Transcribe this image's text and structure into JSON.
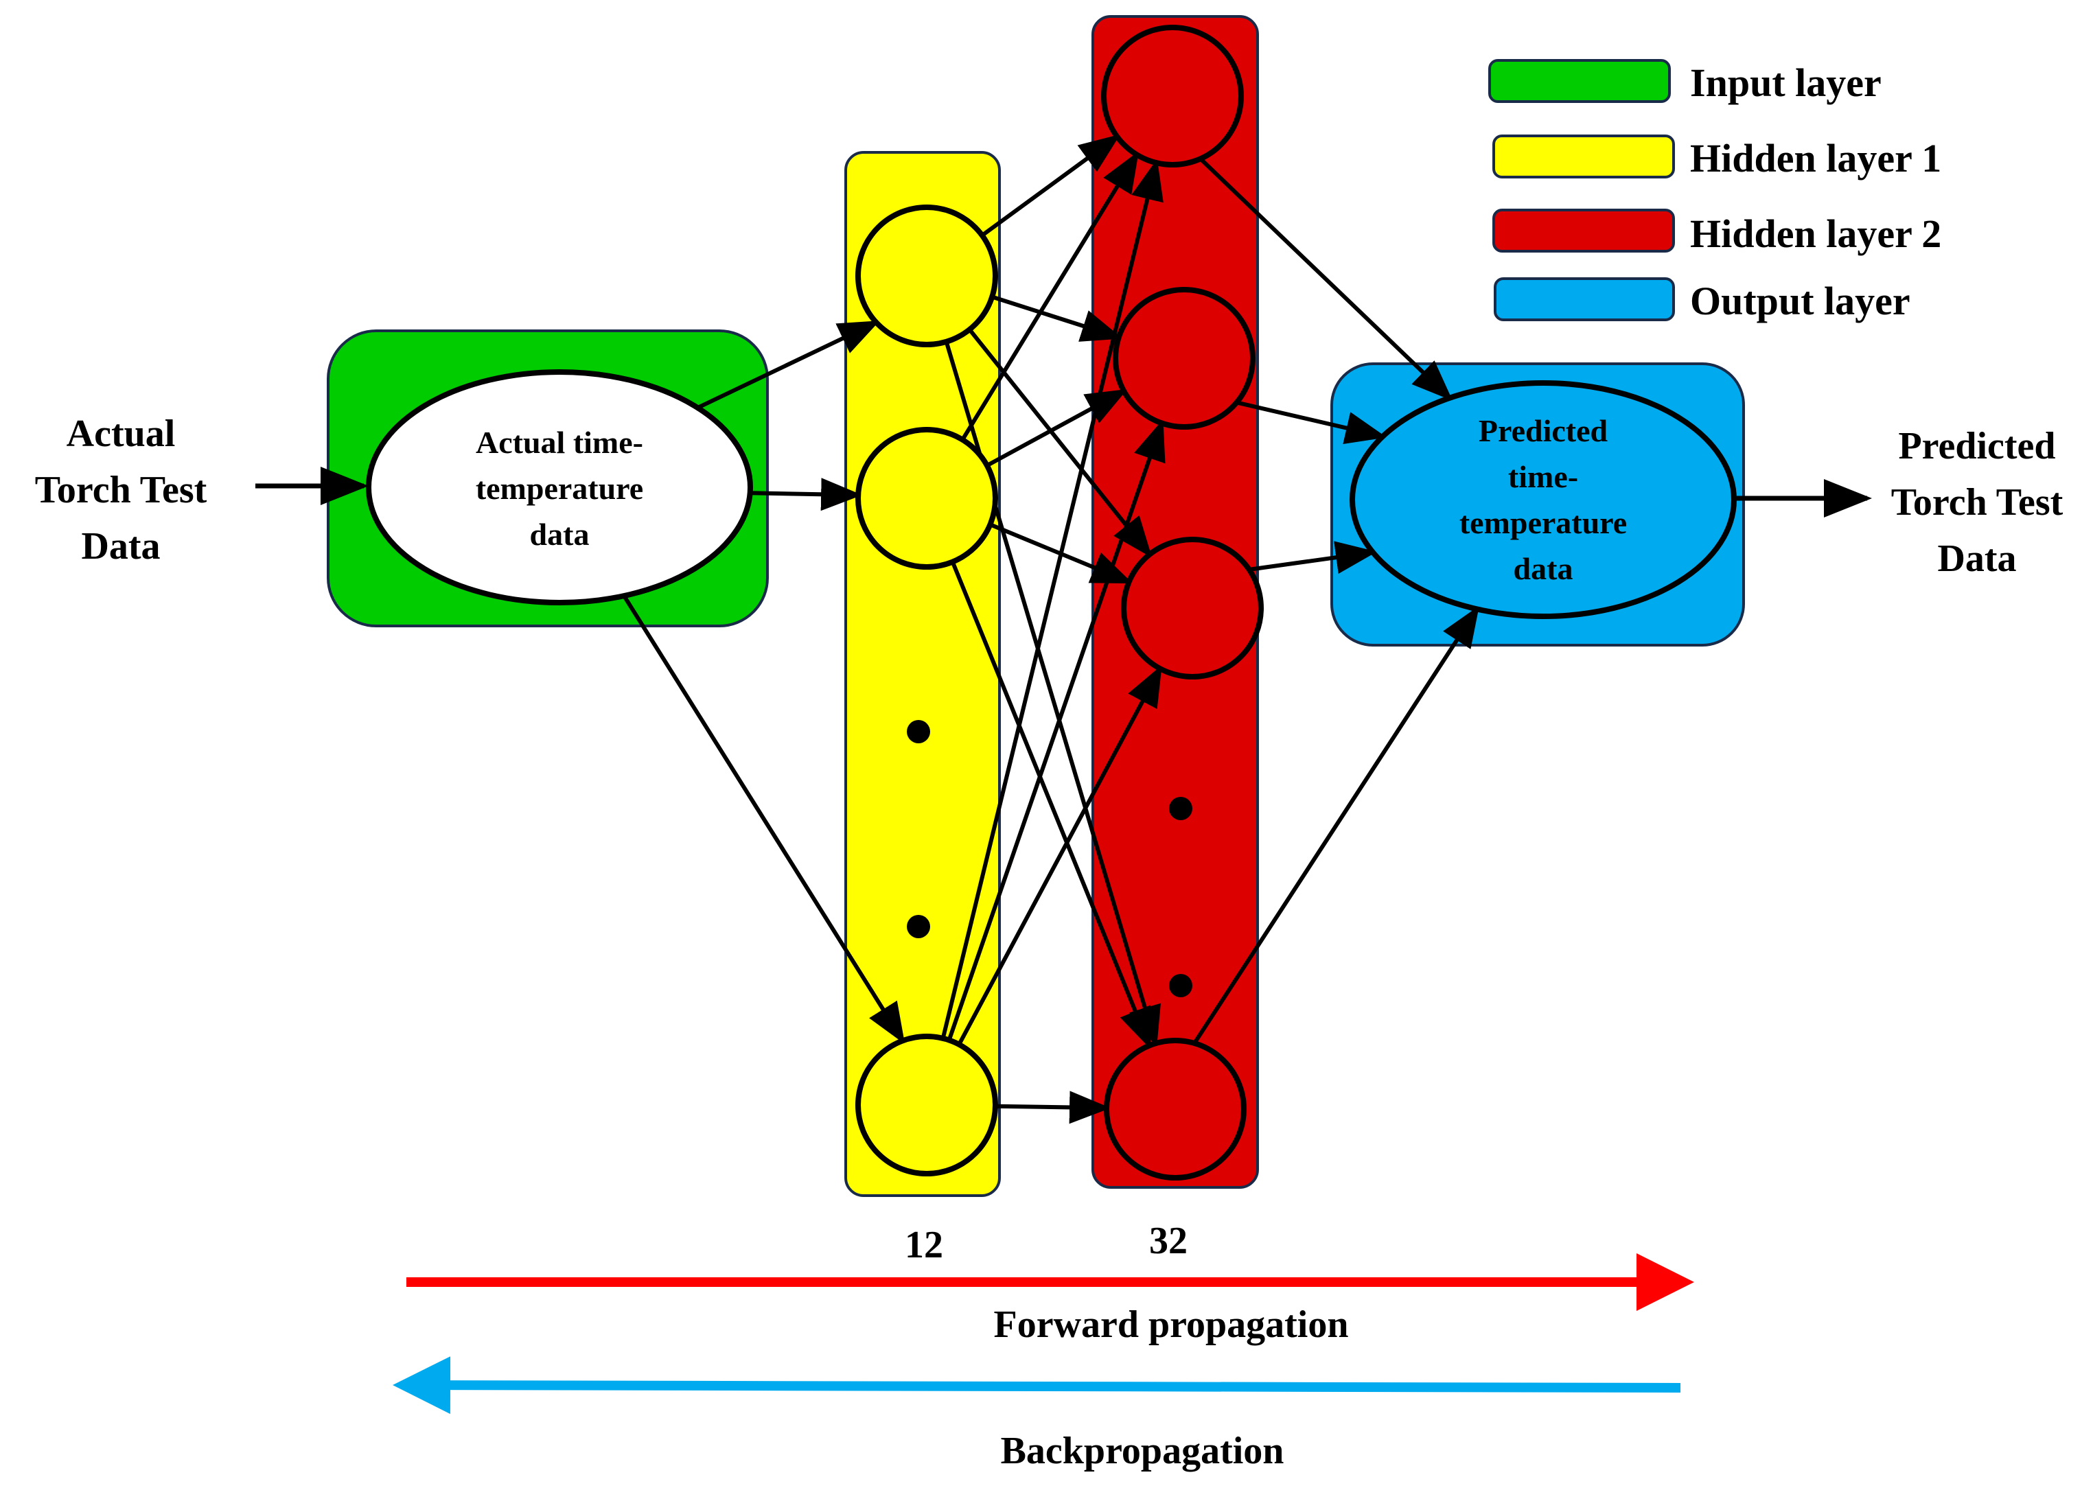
{
  "colors": {
    "input": "#00cc00",
    "hidden1": "#ffff00",
    "hidden2": "#dd0000",
    "output": "#00aaee",
    "forward": "#ff0000",
    "backward": "#00aaee"
  },
  "input_label": [
    "Actual",
    "Torch Test",
    "Data"
  ],
  "input_node": [
    "Actual time-",
    "temperature",
    "data"
  ],
  "output_node": [
    "Predicted",
    "time-",
    "temperature",
    "data"
  ],
  "output_label": [
    "Predicted",
    "Torch Test",
    "Data"
  ],
  "hidden1_count": "12",
  "hidden2_count": "32",
  "forward_label": "Forward propagation",
  "backward_label": "Backpropagation",
  "legend": [
    {
      "label": "Input layer",
      "color": "#00cc00"
    },
    {
      "label": "Hidden layer 1",
      "color": "#ffff00"
    },
    {
      "label": "Hidden layer 2",
      "color": "#dd0000"
    },
    {
      "label": "Output layer",
      "color": "#00aaee"
    }
  ]
}
